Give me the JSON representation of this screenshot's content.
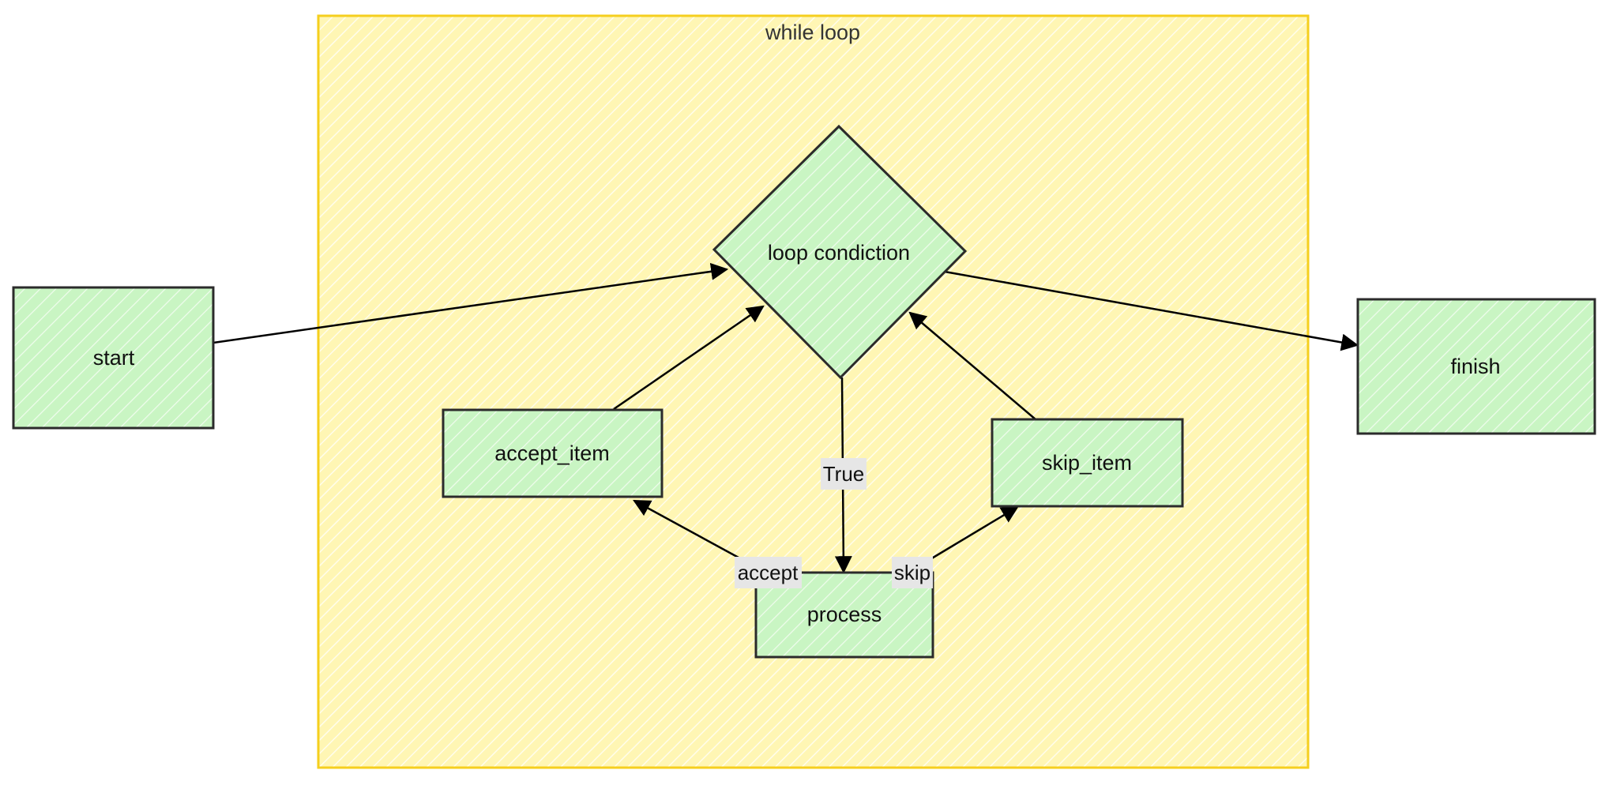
{
  "diagram": {
    "group": {
      "label": "while loop"
    },
    "nodes": {
      "start": {
        "label": "start"
      },
      "loop_condition": {
        "label": "loop condiction"
      },
      "accept_item": {
        "label": "accept_item"
      },
      "skip_item": {
        "label": "skip_item"
      },
      "process": {
        "label": "process"
      },
      "finish": {
        "label": "finish"
      }
    },
    "edges": [
      {
        "from": "start",
        "to": "loop condiction",
        "label": ""
      },
      {
        "from": "loop condiction",
        "to": "process",
        "label": "True"
      },
      {
        "from": "process",
        "to": "accept_item",
        "label": "accept"
      },
      {
        "from": "process",
        "to": "skip_item",
        "label": "skip"
      },
      {
        "from": "accept_item",
        "to": "loop condiction",
        "label": ""
      },
      {
        "from": "skip_item",
        "to": "loop condiction",
        "label": ""
      },
      {
        "from": "loop condiction",
        "to": "finish",
        "label": ""
      }
    ],
    "colors": {
      "group_fill": "#fff9b0",
      "group_stroke": "#f5cf1e",
      "node_fill": "#c9f5c3",
      "node_stroke": "#2b2b2b",
      "edge": "#000000",
      "edge_label_bg": "#e6e6e6"
    }
  }
}
